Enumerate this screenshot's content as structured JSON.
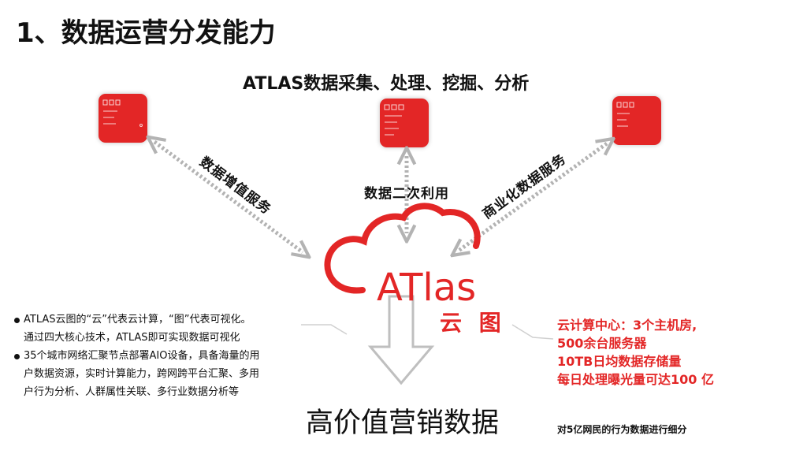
{
  "page_title": "1、数据运营分发能力",
  "subtitle": "ATLAS数据采集、处理、挖掘、分析",
  "flows": {
    "left": "数据增值服务",
    "center": "数据二次利用",
    "right": "商业化数据服务"
  },
  "logo": {
    "wordmark": "ATlas",
    "chinese": "云 图"
  },
  "bullets": [
    {
      "lines": [
        "ATLAS云图的“云”代表云计算，“图”代表可视化。",
        "通过四大核心技术，ATLAS即可实现数据可视化"
      ]
    },
    {
      "lines": [
        "35个城市网络汇聚节点部署AIO设备，具备海量的用",
        "户数据资源，实时计算能力，跨网跨平台汇聚、多用",
        "户行为分析、人群属性关联、多行业数据分析等"
      ]
    }
  ],
  "stats": [
    "云计算中心：3个主机房,",
    "500余台服务器",
    "10TB日均数据存储量",
    "每日处理曝光量可达100 亿"
  ],
  "main_output": "高价值营销数据",
  "footnote": "对5亿网民的行为数据进行细分",
  "colors": {
    "accent": "#e32626",
    "arrow": "#b3b3b3",
    "text": "#111111"
  }
}
